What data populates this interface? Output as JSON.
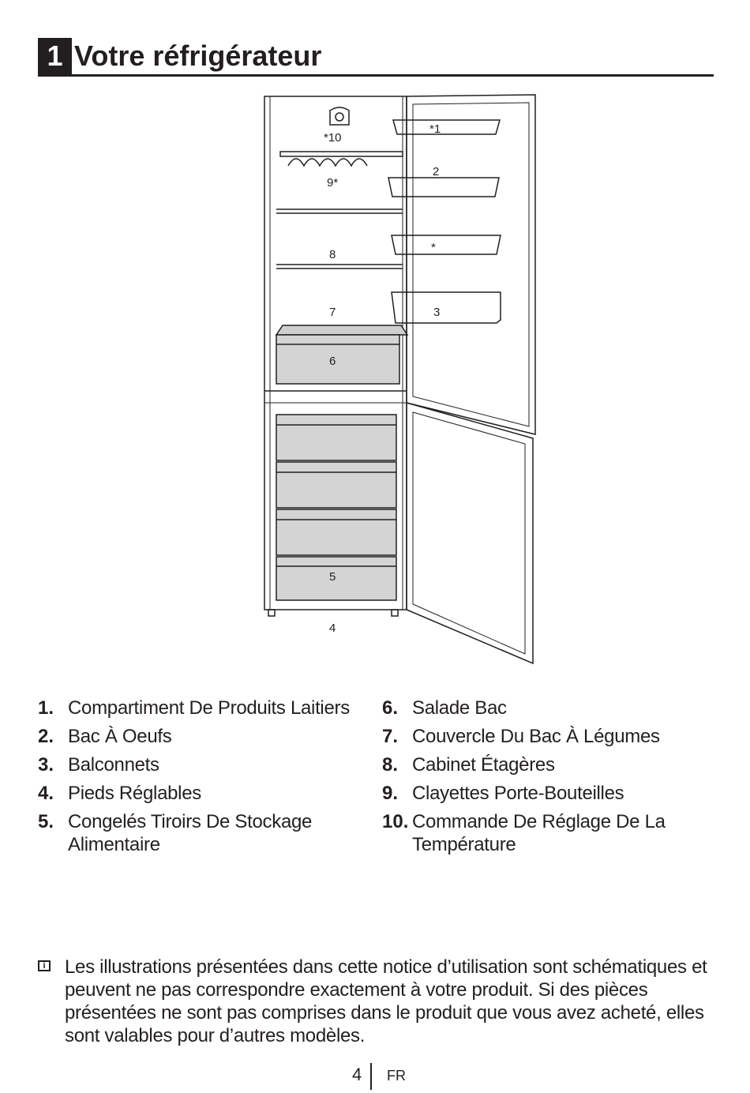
{
  "header": {
    "number": "1",
    "title": "Votre réfrigérateur"
  },
  "diagram": {
    "callouts": {
      "c1": "*1",
      "c2": "2",
      "c3": "3",
      "c4": "4",
      "c5": "5",
      "c6": "6",
      "c7": "7",
      "c8": "8",
      "c9": "9*",
      "c10": "*10",
      "cstar": "*"
    }
  },
  "parts_left": [
    {
      "num": "1.",
      "label": "Compartiment De Produits Laitiers"
    },
    {
      "num": "2.",
      "label": "Bac À Oeufs"
    },
    {
      "num": "3.",
      "label": "Balconnets"
    },
    {
      "num": "4.",
      "label": "Pieds Réglables"
    },
    {
      "num": "5.",
      "label": "Congelés Tiroirs De Stockage Alimentaire"
    }
  ],
  "parts_right": [
    {
      "num": "6.",
      "label": "Salade Bac"
    },
    {
      "num": "7.",
      "label": "Couvercle Du Bac À Légumes"
    },
    {
      "num": "8.",
      "label": "Cabinet Étagères"
    },
    {
      "num": "9.",
      "label": "Clayettes Porte-Bouteilles"
    },
    {
      "num": "10.",
      "label": "Commande De Réglage De La Température"
    }
  ],
  "note": {
    "icon": "info-icon",
    "text": "Les illustrations présentées dans cette notice d’utilisation sont schématiques et peuvent ne pas correspondre exactement à votre produit. Si des pièces présentées ne sont pas comprises dans le produit que vous avez acheté, elles sont valables pour d’autres modèles."
  },
  "footer": {
    "page": "4",
    "lang": "FR"
  }
}
